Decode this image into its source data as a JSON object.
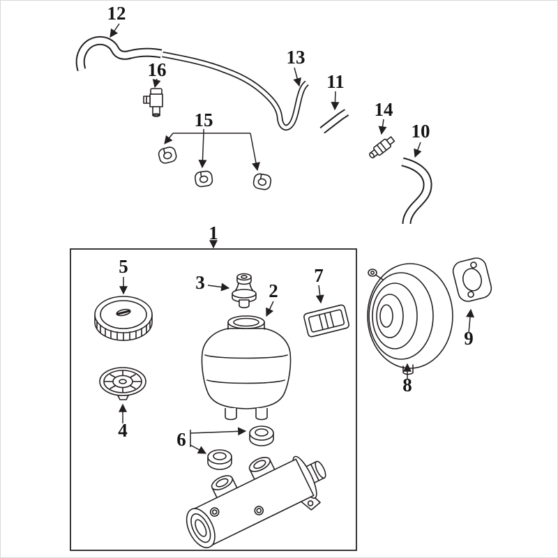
{
  "diagram": {
    "background_color": "#ffffff",
    "line_color": "#231f20",
    "callouts": [
      {
        "number": "1",
        "part_name": "master-cylinder-assembly"
      },
      {
        "number": "2",
        "part_name": "reservoir-tank"
      },
      {
        "number": "3",
        "part_name": "reservoir-cap-valve"
      },
      {
        "number": "4",
        "part_name": "strainer"
      },
      {
        "number": "5",
        "part_name": "reservoir-cap"
      },
      {
        "number": "6",
        "part_name": "grommets"
      },
      {
        "number": "7",
        "part_name": "connector"
      },
      {
        "number": "8",
        "part_name": "power-brake-booster"
      },
      {
        "number": "9",
        "part_name": "booster-gasket"
      },
      {
        "number": "10",
        "part_name": "vacuum-hose-rear"
      },
      {
        "number": "11",
        "part_name": "vacuum-hose-short"
      },
      {
        "number": "12",
        "part_name": "vacuum-hose-front"
      },
      {
        "number": "13",
        "part_name": "vacuum-tube"
      },
      {
        "number": "14",
        "part_name": "check-valve"
      },
      {
        "number": "15",
        "part_name": "hose-clamps"
      },
      {
        "number": "16",
        "part_name": "check-valve-fitting"
      }
    ]
  }
}
